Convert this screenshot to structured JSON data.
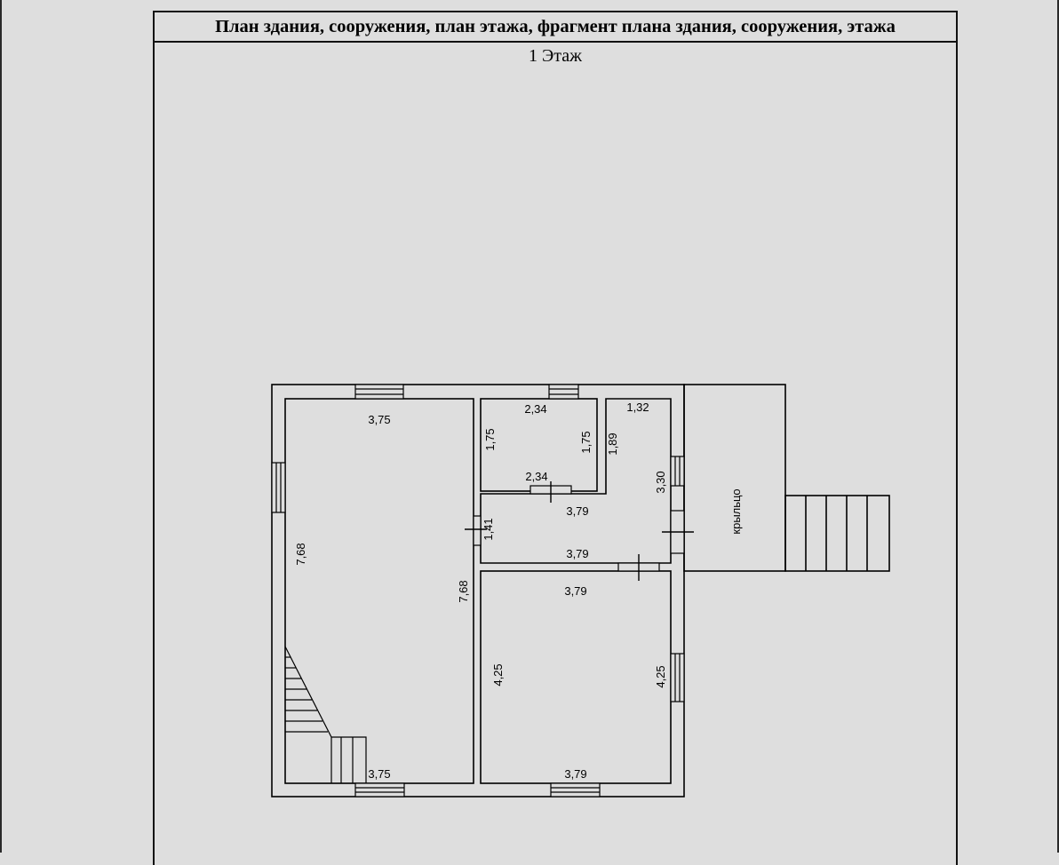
{
  "header": {
    "title": "План здания, сооружения, план этажа, фрагмент плана здания, сооружения, этажа"
  },
  "floor": {
    "label": "1 Этаж"
  },
  "dimensions": {
    "left_room_top": "3,75",
    "left_room_left": "7,68",
    "left_room_right": "7,68",
    "left_room_bottom": "3,75",
    "small_room_top": "2,34",
    "small_room_left": "1,75",
    "small_room_right": "1,75",
    "small_room_bottom": "2,34",
    "corner_room_top": "1,32",
    "corner_room_left": "1,89",
    "corridor_right": "3,30",
    "corridor_top": "3,79",
    "corridor_left": "1,41",
    "corridor_bottom": "3,79",
    "bottom_room_top": "3,79",
    "bottom_room_left": "4,25",
    "bottom_room_right": "4,25",
    "bottom_room_bottom": "3,79"
  },
  "porch": {
    "label": "крыльцо"
  }
}
